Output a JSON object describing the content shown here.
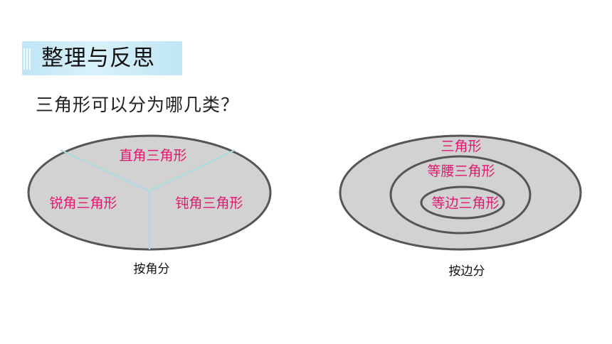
{
  "section_title": "整理与反思",
  "question": "三角形可以分为哪几类？",
  "by_angle": {
    "labels": [
      "直角三角形",
      "锐角三角形",
      "钝角三角形"
    ],
    "caption": "按角分"
  },
  "by_side": {
    "labels": [
      "三角形",
      "等腰三角形",
      "等边三角形"
    ],
    "caption": "按边分"
  },
  "colors": {
    "ellipse_fill": "#d2d2d2",
    "ellipse_stroke": "#555555",
    "divider": "#a9dbe3",
    "label": "#e0186f",
    "tab_bg": "#bfe6f4"
  }
}
